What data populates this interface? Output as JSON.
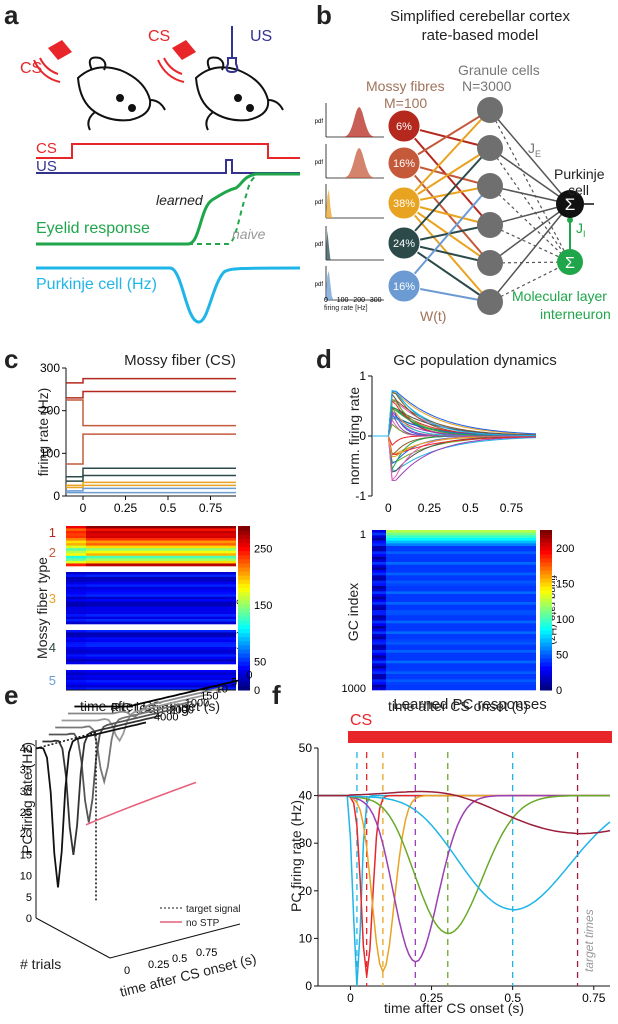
{
  "panels": {
    "a": {
      "label": "a",
      "cs_label_1": "CS",
      "cs_label_2": "CS",
      "us_label": "US",
      "trace_cs": "CS",
      "trace_us": "US",
      "eyelid_label": "Eyelid response",
      "learned_label": "learned",
      "naive_label": "naive",
      "purkinje_label": "Purkinje cell (Hz)",
      "colors": {
        "cs": "#e8262a",
        "us": "#33338f",
        "eyelid": "#1fa64a",
        "purkinje": "#1fb5e8"
      }
    },
    "b": {
      "label": "b",
      "title_line1": "Simplified cerebellar cortex",
      "title_line2": "rate-based model",
      "mossy_title": "Mossy fibres",
      "mossy_count": "M=100",
      "granule_title": "Granule cells",
      "granule_count": "N=3000",
      "je_label": "J",
      "je_sub": "E",
      "ji_label": "J",
      "ji_sub": "I",
      "purkinje_line1": "Purkinje",
      "purkinje_line2": "cell",
      "sum_symbol": "Σ",
      "interneuron_line1": "Molecular layer",
      "interneuron_line2": "interneuron",
      "weights_label": "W(t)",
      "mossy_percents": [
        "6%",
        "16%",
        "38%",
        "24%",
        "16%"
      ],
      "mossy_colors": [
        "#b5281d",
        "#c55a3b",
        "#e8a321",
        "#2b4a49",
        "#6b9bd2"
      ],
      "pdf_label": "pdf",
      "pdf_xticks": [
        "0",
        "100",
        "200",
        "300"
      ],
      "pdf_xlabel": "firing rate [Hz]"
    },
    "c": {
      "label": "c",
      "title": "Mossy fiber (CS)",
      "ylabel": "firing rate (Hz)",
      "yticks": [
        "0",
        "100",
        "200",
        "300"
      ],
      "xticks": [
        "0",
        "0.25",
        "0.5",
        "0.75"
      ],
      "heat_ylabel": "Mossy fiber type",
      "type_labels": [
        "1",
        "2",
        "3",
        "4",
        "5"
      ],
      "colorbar_label": "firing rate (Hz)",
      "colorbar_ticks": [
        "250",
        "150",
        "50",
        "0"
      ],
      "xlabel": "time after CS onset (s)"
    },
    "d": {
      "label": "d",
      "title": "GC population dynamics",
      "ylabel": "norm. firing rate",
      "yticks": [
        "1",
        "0",
        "-1"
      ],
      "xticks": [
        "0",
        "0.25",
        "0.5",
        "0.75"
      ],
      "heat_ylabel": "GC index",
      "heat_yticks": [
        "1",
        "1000"
      ],
      "colorbar_label": "firing rate (Hz)",
      "colorbar_ticks": [
        "200",
        "150",
        "100",
        "50",
        "0"
      ],
      "xlabel": "time after CS onset (s)"
    },
    "e": {
      "label": "e",
      "title": "PC learning",
      "ylabel": "PC firing rate (Hz)",
      "yticks": [
        "0",
        "5",
        "10",
        "15",
        "20",
        "25",
        "30",
        "35",
        "40"
      ],
      "trial_labels": [
        "0",
        "5",
        "10",
        "150",
        "1000",
        "2000",
        "4000"
      ],
      "xticks": [
        "0",
        "0.25",
        "0.5",
        "0.75"
      ],
      "xlabel": "time after CS onset (s)",
      "zlabel": "# trials",
      "legend_target": "target signal",
      "legend_nostp": "no STP"
    },
    "f": {
      "label": "f",
      "title": "Learned PC responses",
      "cs_bar_label": "CS",
      "ylabel": "PC firing rate (Hz)",
      "xlabel": "time after CS onset (s)",
      "target_label": "target times"
    }
  },
  "chart_data": [
    {
      "type": "line",
      "panel": "c",
      "title": "Mossy fiber (CS)",
      "xlabel": "",
      "ylabel": "firing rate (Hz)",
      "xlim": [
        -0.1,
        0.9
      ],
      "ylim": [
        0,
        300
      ],
      "series": [
        {
          "color": "#b5281d",
          "values_before": 265,
          "values_after": 275
        },
        {
          "color": "#b5281d",
          "values_before": 230,
          "values_after": 245
        },
        {
          "color": "#c55a3b",
          "values_before": 225,
          "values_after": 165
        },
        {
          "color": "#c55a3b",
          "values_before": 75,
          "values_after": 145
        },
        {
          "color": "#2b4a49",
          "values_before": 45,
          "values_after": 65
        },
        {
          "color": "#2b4a49",
          "values_before": 35,
          "values_after": 48
        },
        {
          "color": "#e8a321",
          "values_before": 25,
          "values_after": 32
        },
        {
          "color": "#e8a321",
          "values_before": 20,
          "values_after": 25
        },
        {
          "color": "#6b9bd2",
          "values_before": 12,
          "values_after": 18
        },
        {
          "color": "#6b9bd2",
          "values_before": 8,
          "values_after": 8
        }
      ]
    },
    {
      "type": "line",
      "panel": "d",
      "title": "GC population dynamics",
      "ylabel": "norm. firing rate",
      "xlim": [
        -0.1,
        0.9
      ],
      "ylim": [
        -1,
        1
      ]
    },
    {
      "type": "line",
      "panel": "f",
      "title": "Learned PC responses",
      "xlabel": "time after CS onset (s)",
      "ylabel": "PC firing rate (Hz)",
      "xlim": [
        -0.1,
        0.8
      ],
      "ylim": [
        0,
        50
      ],
      "xticks": [
        "0",
        "0.25",
        "0.5",
        "0.75"
      ],
      "yticks": [
        "0",
        "10",
        "20",
        "30",
        "40",
        "50"
      ],
      "series": [
        {
          "target": 0.02,
          "min": 0,
          "color": "#1fb5e8"
        },
        {
          "target": 0.05,
          "min": 2,
          "color": "#e8262a"
        },
        {
          "target": 0.1,
          "min": 3,
          "color": "#e8a321"
        },
        {
          "target": 0.2,
          "min": 5,
          "color": "#9b3fb5"
        },
        {
          "target": 0.3,
          "min": 11,
          "color": "#6aaa2a"
        },
        {
          "target": 0.5,
          "min": 16,
          "color": "#1fb5e8"
        },
        {
          "target": 0.7,
          "min": 32,
          "color": "#9b1e3a"
        }
      ]
    }
  ]
}
